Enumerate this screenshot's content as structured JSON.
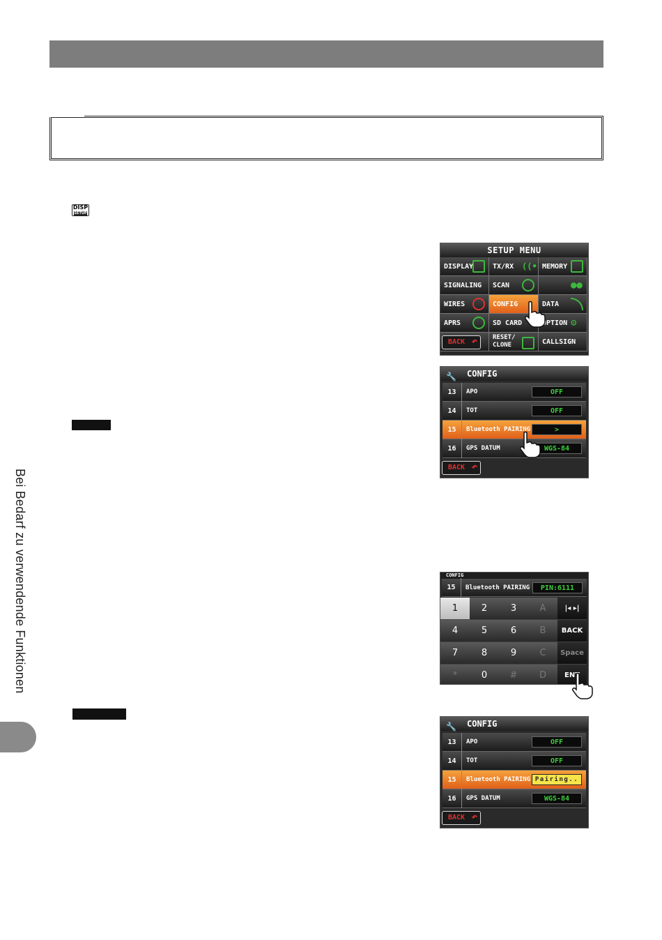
{
  "sidebar": {
    "section_label": "Bei Bedarf zu verwendende Funktionen"
  },
  "keys": {
    "disp_label": "DISP",
    "disp_sub": "SETUP"
  },
  "setup_menu": {
    "title": "SETUP MENU",
    "items": [
      {
        "label": "DISPLAY"
      },
      {
        "label": "TX/RX"
      },
      {
        "label": "MEMORY"
      },
      {
        "label": "SIGNALING"
      },
      {
        "label": "SCAN"
      },
      {
        "label": ""
      },
      {
        "label": "WIRES"
      },
      {
        "label": "CONFIG"
      },
      {
        "label": "DATA"
      },
      {
        "label": "APRS"
      },
      {
        "label": "SD CARD"
      },
      {
        "label": "OPTION"
      },
      {
        "label": "BACK"
      },
      {
        "label": "RESET/ CLONE"
      },
      {
        "label": "CALLSIGN"
      }
    ]
  },
  "config_screen_1": {
    "title": "CONFIG",
    "rows": [
      {
        "num": "13",
        "label": "APO",
        "value": "OFF"
      },
      {
        "num": "14",
        "label": "TOT",
        "value": "OFF"
      },
      {
        "num": "15",
        "label": "Bluetooth PAIRING",
        "value": ">"
      },
      {
        "num": "16",
        "label": "GPS DATUM",
        "value": "WGS-84"
      }
    ],
    "back_label": "BACK"
  },
  "pin_screen": {
    "caption": "CONFIG",
    "row_num": "15",
    "row_label": "Bluetooth PAIRING",
    "pin_value": "PIN:6111",
    "keys": [
      "1",
      "2",
      "3",
      "A",
      "|◂ ▸|",
      "4",
      "5",
      "6",
      "B",
      "BACK",
      "7",
      "8",
      "9",
      "C",
      "Space",
      "*",
      "0",
      "#",
      "D",
      "ENT"
    ]
  },
  "config_screen_2": {
    "title": "CONFIG",
    "rows": [
      {
        "num": "13",
        "label": "APO",
        "value": "OFF"
      },
      {
        "num": "14",
        "label": "TOT",
        "value": "OFF"
      },
      {
        "num": "15",
        "label": "Bluetooth PAIRING",
        "value": "Pairing.."
      },
      {
        "num": "16",
        "label": "GPS DATUM",
        "value": "WGS-84"
      }
    ],
    "back_label": "BACK"
  },
  "colors": {
    "accent_orange": "#e0601a",
    "value_green": "#3dcf3d",
    "back_red": "#e03030"
  }
}
